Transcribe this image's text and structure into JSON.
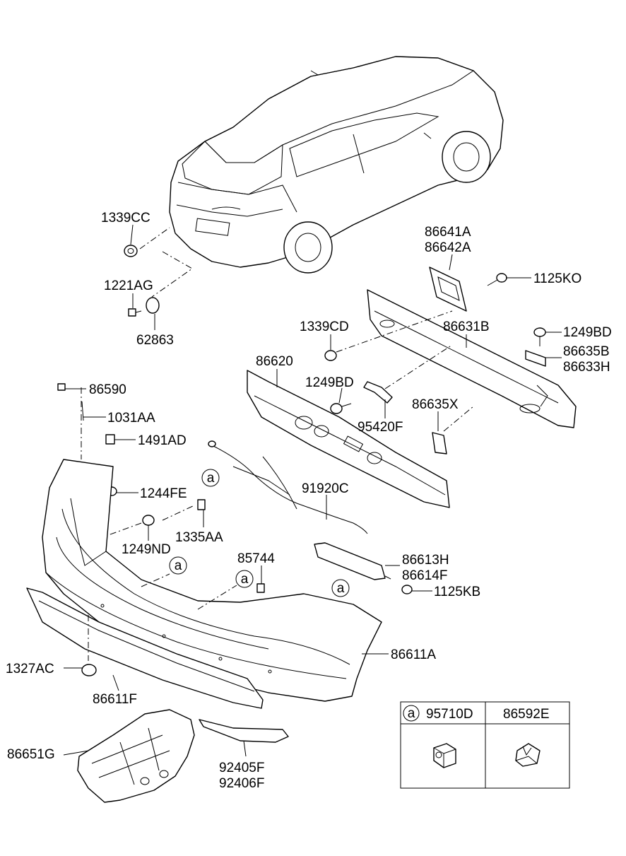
{
  "labels": {
    "p1339CC": "1339CC",
    "p1221AG": "1221AG",
    "p62863": "62863",
    "p86641A": "86641A",
    "p86642A": "86642A",
    "p1125KO": "1125KO",
    "p1339CD": "1339CD",
    "p86631B": "86631B",
    "p1249BD_r": "1249BD",
    "p86635B": "86635B",
    "p86633H": "86633H",
    "p86620": "86620",
    "p1249BD_c": "1249BD",
    "p95420F": "95420F",
    "p86635X": "86635X",
    "p86590": "86590",
    "p1031AA": "1031AA",
    "p1491AD": "1491AD",
    "p1244FE": "1244FE",
    "p91920C": "91920C",
    "p1335AA": "1335AA",
    "p1249ND": "1249ND",
    "p85744": "85744",
    "p86613H": "86613H",
    "p86614F": "86614F",
    "p1125KB": "1125KB",
    "p86611A": "86611A",
    "p1327AC": "1327AC",
    "p86611F": "86611F",
    "p86651G": "86651G",
    "p92405F": "92405F",
    "p92406F": "92406F"
  },
  "callouts": {
    "marker": "a",
    "count": 4
  },
  "legend_table": {
    "marker": "a",
    "columns": [
      "95710D",
      "86592E"
    ]
  }
}
